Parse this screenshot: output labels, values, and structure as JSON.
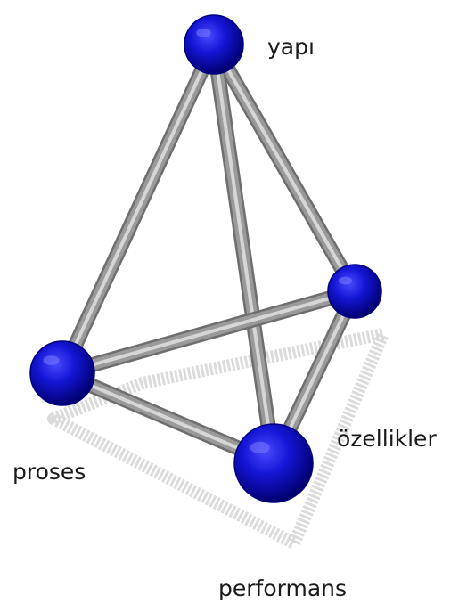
{
  "diagram": {
    "nodes": [
      {
        "id": "yapi",
        "label": "yapı"
      },
      {
        "id": "ozellikler",
        "label": "özellikler"
      },
      {
        "id": "proses",
        "label": "proses"
      },
      {
        "id": "performans",
        "label": "performans"
      }
    ],
    "edges": [
      [
        "yapi",
        "proses"
      ],
      [
        "yapi",
        "ozellikler"
      ],
      [
        "yapi",
        "performans"
      ],
      [
        "proses",
        "ozellikler"
      ],
      [
        "proses",
        "performans"
      ],
      [
        "ozellikler",
        "performans"
      ]
    ],
    "colors": {
      "node": "#1515d6",
      "node_dark": "#000080",
      "rod": "#9a9a9a",
      "shadow": "#d2d2d2"
    }
  }
}
